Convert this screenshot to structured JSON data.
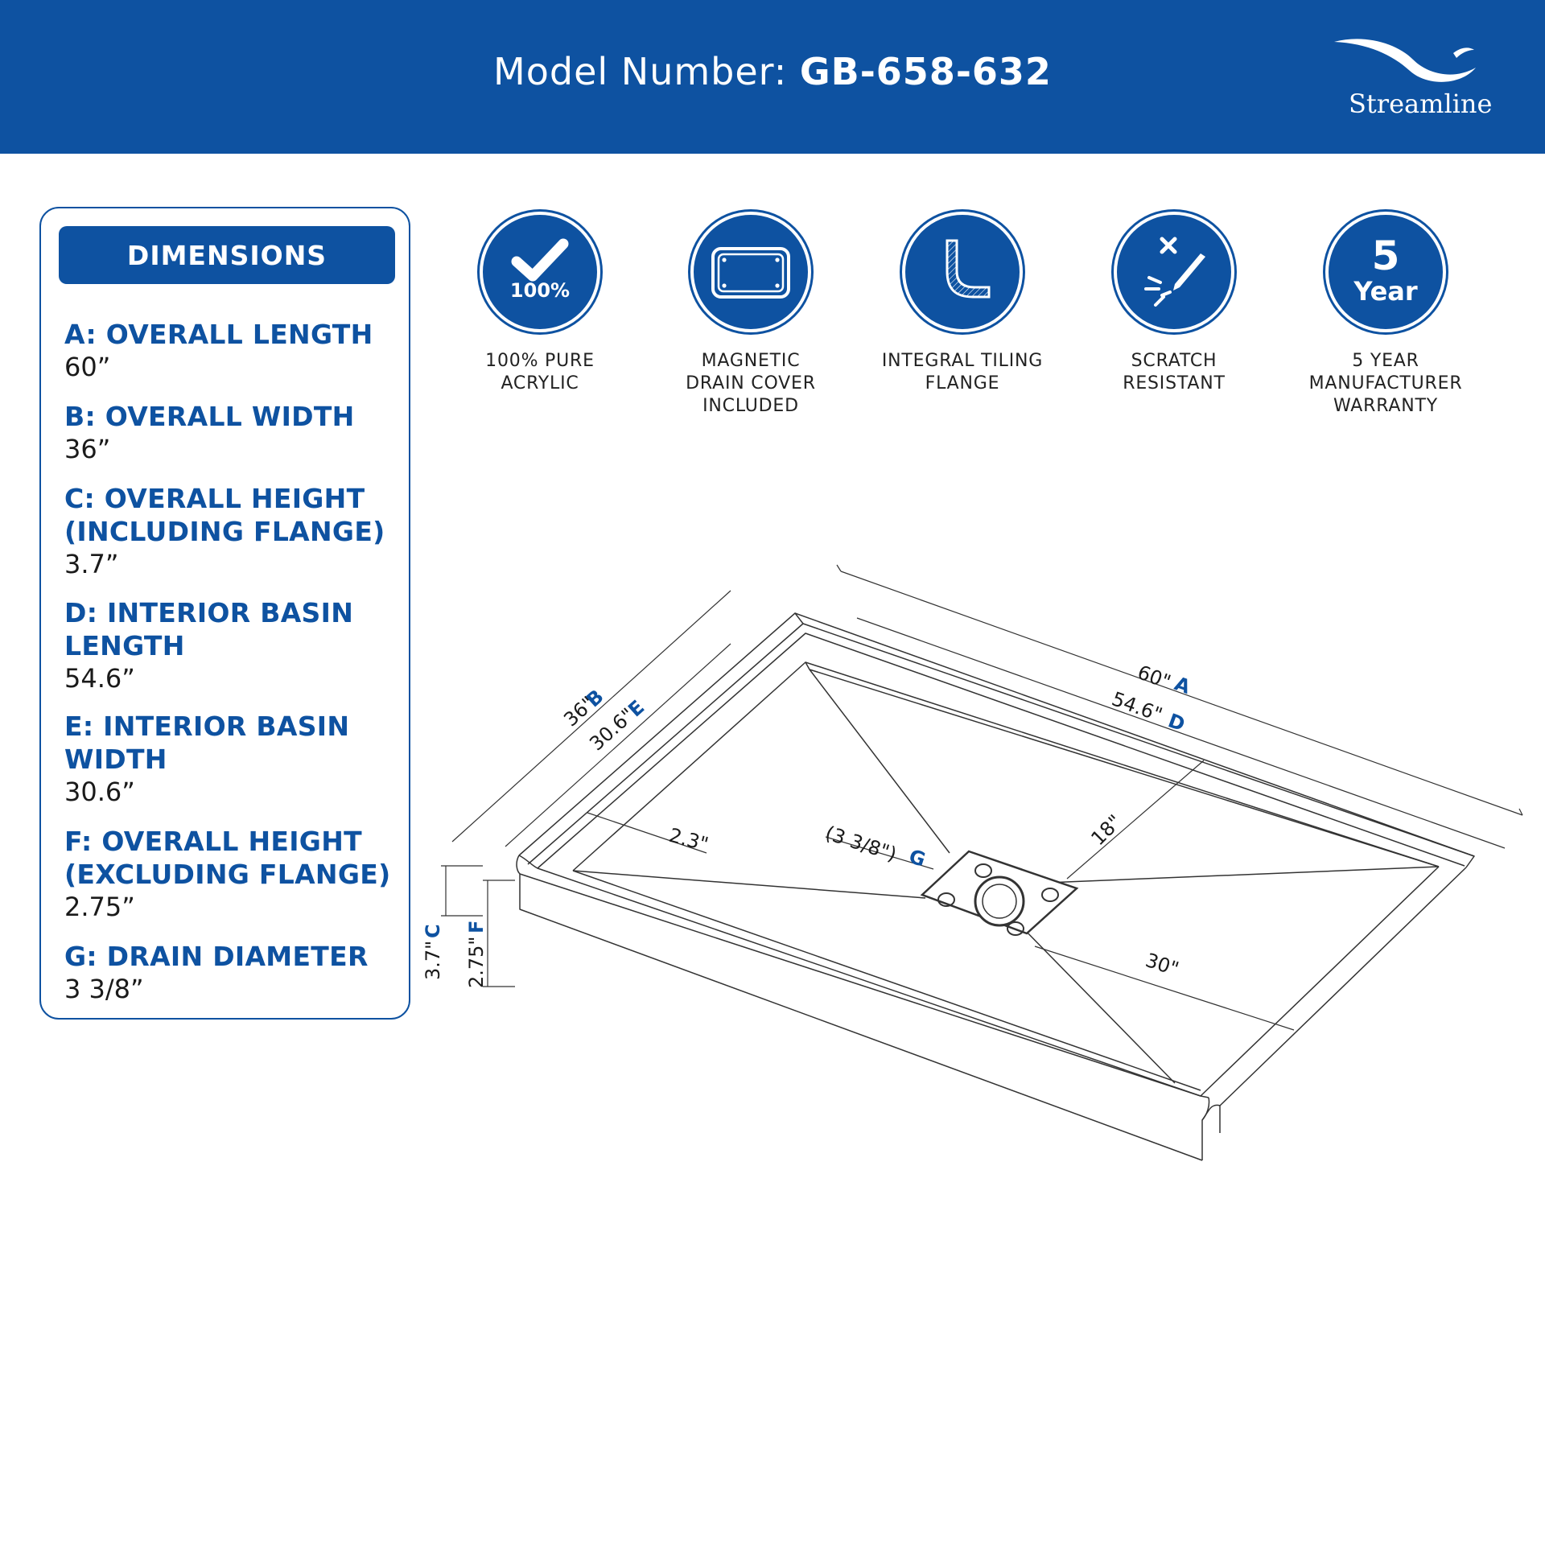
{
  "header": {
    "title_prefix": "Model Number: ",
    "model_number": "GB-658-632",
    "brand": "Streamline"
  },
  "dimensions": {
    "heading": "DIMENSIONS",
    "items": [
      {
        "label": "A: OVERALL LENGTH",
        "value": "60”"
      },
      {
        "label": "B: OVERALL WIDTH",
        "value": "36”"
      },
      {
        "label_lines": [
          "C: OVERALL HEIGHT",
          "(INCLUDING FLANGE)"
        ],
        "value": "3.7”"
      },
      {
        "label_lines": [
          "D: INTERIOR BASIN",
          "LENGTH"
        ],
        "value": "54.6”"
      },
      {
        "label_lines": [
          "E: INTERIOR BASIN",
          "WIDTH"
        ],
        "value": "30.6”"
      },
      {
        "label_lines": [
          "F: OVERALL HEIGHT",
          "(EXCLUDING FLANGE)"
        ],
        "value": "2.75”"
      },
      {
        "label": "G: DRAIN DIAMETER",
        "value": "3 3/8”"
      }
    ]
  },
  "features": [
    {
      "icon": "checkmark-icon",
      "icon_text": "100%",
      "caption": "100% PURE\nACRYLIC"
    },
    {
      "icon": "drain-cover-icon",
      "caption": "MAGNETIC\nDRAIN COVER\nINCLUDED"
    },
    {
      "icon": "tiling-flange-icon",
      "caption": "INTEGRAL TILING\nFLANGE"
    },
    {
      "icon": "scratch-resistant-icon",
      "caption": "SCRATCH\nRESISTANT"
    },
    {
      "icon": "warranty-icon",
      "icon_number": "5",
      "icon_word": "Year",
      "caption": "5 YEAR\nMANUFACTURER\nWARRANTY"
    }
  ],
  "drawing": {
    "a_value": "60\"",
    "a_letter": "A",
    "d_value": "54.6\"",
    "d_letter": "D",
    "b_value": "36\"",
    "b_letter": "B",
    "e_value": "30.6\"",
    "e_letter": "E",
    "c_value": "3.7\"",
    "c_letter": "C",
    "f_value": "2.75\"",
    "f_letter": "F",
    "g_value": "(3 3/8\")",
    "g_letter": "G",
    "side_offset": "2.3\"",
    "drain_to_back": "18\"",
    "drain_to_side": "30\""
  },
  "colors": {
    "brand_blue": "#0e52a1",
    "line": "#333333"
  }
}
